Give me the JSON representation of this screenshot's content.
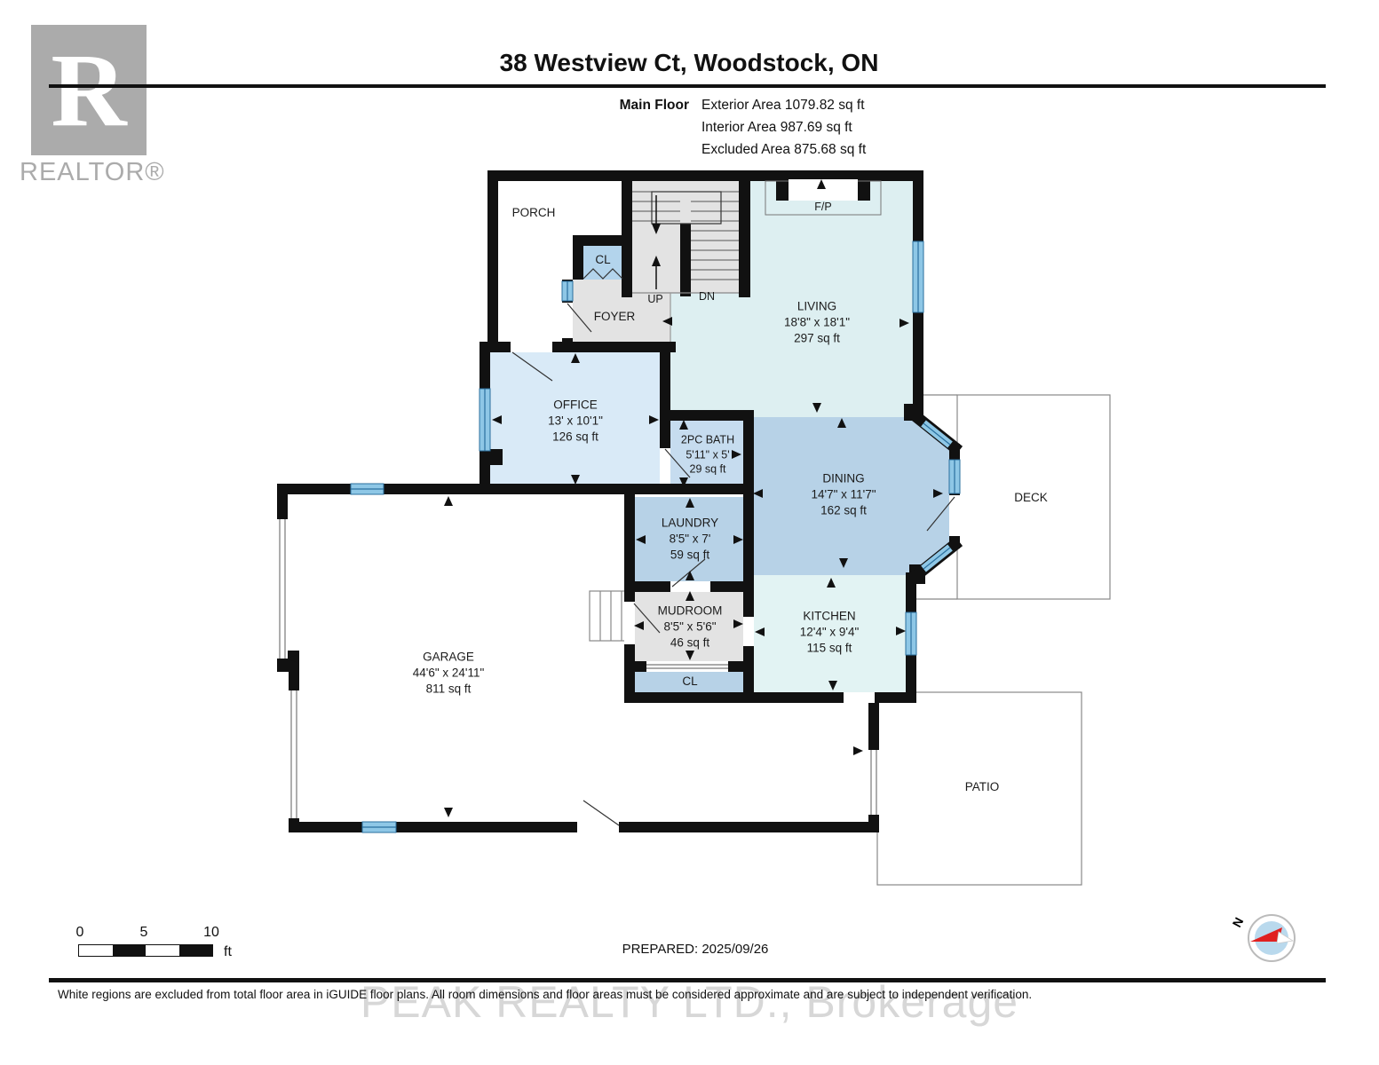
{
  "header": {
    "logo_letter": "R",
    "logo_brand": "REALTOR®",
    "title": "38 Westview Ct, Woodstock, ON",
    "floor_label": "Main Floor",
    "area_lines": [
      "Exterior Area 1079.82 sq ft",
      "Interior Area 987.69 sq ft",
      "Excluded Area 875.68 sq ft"
    ]
  },
  "plan": {
    "rooms": {
      "living": {
        "name": "LIVING",
        "dims": "18'8\" x 18'1\"",
        "area": "297 sq ft"
      },
      "dining": {
        "name": "DINING",
        "dims": "14'7\" x 11'7\"",
        "area": "162 sq ft"
      },
      "kitchen": {
        "name": "KITCHEN",
        "dims": "12'4\" x 9'4\"",
        "area": "115 sq ft"
      },
      "office": {
        "name": "OFFICE",
        "dims": "13' x 10'1\"",
        "area": "126 sq ft"
      },
      "bath": {
        "name": "2PC BATH",
        "dims": "5'11\" x 5'",
        "area": "29 sq ft"
      },
      "laundry": {
        "name": "LAUNDRY",
        "dims": "8'5\" x 7'",
        "area": "59 sq ft"
      },
      "mudroom": {
        "name": "MUDROOM",
        "dims": "8'5\" x 5'6\"",
        "area": "46 sq ft"
      },
      "garage": {
        "name": "GARAGE",
        "dims": "44'6\" x 24'11\"",
        "area": "811 sq ft"
      }
    },
    "labels": {
      "porch": "PORCH",
      "foyer": "FOYER",
      "closet_top": "CL",
      "closet_bottom": "CL",
      "up": "UP",
      "dn": "DN",
      "fireplace": "F/P",
      "deck": "DECK",
      "patio": "PATIO"
    }
  },
  "footer": {
    "scale_ticks": [
      "0",
      "5",
      "10"
    ],
    "scale_unit": "ft",
    "prepared": "PREPARED: 2025/09/26",
    "compass_north": "N",
    "disclaimer": "White regions are excluded from total floor area in iGUIDE floor plans. All room dimensions and floor areas must be considered approximate and are subject to independent verification.",
    "watermark": "PEAK REALTY LTD., Brokerage"
  },
  "colors": {
    "wall": "#111111",
    "room_light_cyan": "#ddeff1",
    "room_light_blue": "#d9eaf7",
    "room_medium_blue": "#b7d2e7",
    "room_bath_blue": "#c6dcef",
    "room_closet_blue": "#b3d4ec",
    "room_pale_teal": "#e2f3f3",
    "room_gray": "#e3e3e3",
    "window_blue": "#8ec7e6",
    "window_frame": "#2a6f9e",
    "compass_red": "#e02020",
    "compass_fill": "#b9d9ed"
  }
}
